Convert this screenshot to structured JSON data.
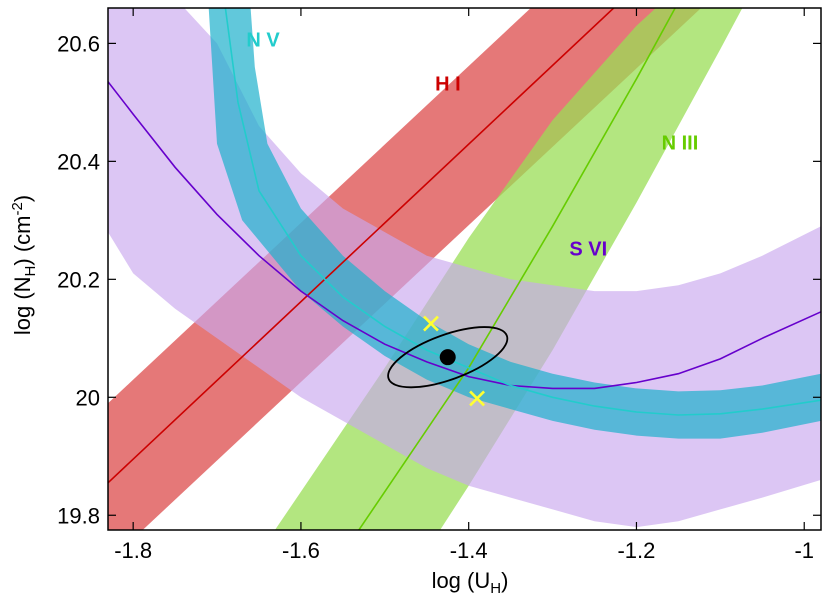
{
  "chart_data": {
    "type": "line",
    "xlabel": {
      "prefix": "log (U",
      "sub": "H",
      "suffix": ")"
    },
    "ylabel": {
      "prefix": "log (N",
      "sub": "H",
      "mid": ") (cm",
      "sup": "-2",
      "suffix": ")"
    },
    "xlim": [
      -1.83,
      -0.98
    ],
    "ylim": [
      19.775,
      20.66
    ],
    "x_ticks": [
      {
        "value": -1.8,
        "label": "-1.8"
      },
      {
        "value": -1.6,
        "label": "-1.6"
      },
      {
        "value": -1.4,
        "label": "-1.4"
      },
      {
        "value": -1.2,
        "label": "-1.2"
      },
      {
        "value": -1.0,
        "label": "-1"
      }
    ],
    "y_ticks": [
      {
        "value": 19.8,
        "label": "19.8"
      },
      {
        "value": 20.0,
        "label": "20"
      },
      {
        "value": 20.2,
        "label": "20.2"
      },
      {
        "value": 20.4,
        "label": "20.4"
      },
      {
        "value": 20.6,
        "label": "20.6"
      }
    ],
    "series": [
      {
        "name": "H I",
        "color": "#cc0000",
        "band_color": "#e06060",
        "band_opacity": 0.85,
        "center": [
          [
            -1.83,
            19.855
          ],
          [
            -0.98,
            20.99
          ]
        ],
        "upper": [
          [
            -1.83,
            19.99
          ],
          [
            -0.98,
            21.12
          ]
        ],
        "lower": [
          [
            -1.83,
            19.72
          ],
          [
            -0.98,
            20.85
          ]
        ],
        "label_pos": [
          -1.44,
          20.52
        ]
      },
      {
        "name": "N III",
        "color": "#66cc00",
        "band_color": "#99dd55",
        "band_opacity": 0.75,
        "center": [
          [
            -1.6,
            19.63
          ],
          [
            -1.5,
            19.84
          ],
          [
            -1.4,
            20.05
          ],
          [
            -1.3,
            20.29
          ],
          [
            -1.2,
            20.54
          ],
          [
            -1.15,
            20.67
          ]
        ],
        "upper": [
          [
            -1.7,
            19.63
          ],
          [
            -1.6,
            19.84
          ],
          [
            -1.5,
            20.05
          ],
          [
            -1.4,
            20.27
          ],
          [
            -1.3,
            20.47
          ],
          [
            -1.2,
            20.63
          ],
          [
            -1.0,
            20.89
          ]
        ],
        "lower": [
          [
            -1.5,
            19.63
          ],
          [
            -1.4,
            19.85
          ],
          [
            -1.3,
            20.08
          ],
          [
            -1.2,
            20.33
          ],
          [
            -1.1,
            20.59
          ],
          [
            -1.07,
            20.67
          ]
        ],
        "label_pos": [
          -1.17,
          20.42
        ]
      },
      {
        "name": "S VI",
        "color": "#6600cc",
        "band_color": "#c9a8ee",
        "band_opacity": 0.65,
        "center": [
          [
            -1.83,
            20.535
          ],
          [
            -1.8,
            20.48
          ],
          [
            -1.75,
            20.39
          ],
          [
            -1.7,
            20.31
          ],
          [
            -1.65,
            20.24
          ],
          [
            -1.6,
            20.18
          ],
          [
            -1.55,
            20.13
          ],
          [
            -1.5,
            20.09
          ],
          [
            -1.45,
            20.06
          ],
          [
            -1.4,
            20.035
          ],
          [
            -1.35,
            20.02
          ],
          [
            -1.3,
            20.015
          ],
          [
            -1.25,
            20.015
          ],
          [
            -1.2,
            20.025
          ],
          [
            -1.15,
            20.04
          ],
          [
            -1.1,
            20.065
          ],
          [
            -1.05,
            20.1
          ],
          [
            -0.98,
            20.145
          ]
        ],
        "upper": [
          [
            -1.83,
            20.8
          ],
          [
            -1.7,
            20.6
          ],
          [
            -1.65,
            20.46
          ],
          [
            -1.6,
            20.38
          ],
          [
            -1.55,
            20.32
          ],
          [
            -1.5,
            20.28
          ],
          [
            -1.45,
            20.24
          ],
          [
            -1.4,
            20.22
          ],
          [
            -1.35,
            20.2
          ],
          [
            -1.3,
            20.19
          ],
          [
            -1.25,
            20.18
          ],
          [
            -1.2,
            20.18
          ],
          [
            -1.15,
            20.19
          ],
          [
            -1.1,
            20.21
          ],
          [
            -1.05,
            20.24
          ],
          [
            -0.98,
            20.29
          ]
        ],
        "lower": [
          [
            -1.83,
            20.28
          ],
          [
            -1.8,
            20.21
          ],
          [
            -1.75,
            20.15
          ],
          [
            -1.7,
            20.1
          ],
          [
            -1.65,
            20.05
          ],
          [
            -1.6,
            20.0
          ],
          [
            -1.55,
            19.96
          ],
          [
            -1.5,
            19.92
          ],
          [
            -1.45,
            19.88
          ],
          [
            -1.4,
            19.85
          ],
          [
            -1.35,
            19.83
          ],
          [
            -1.3,
            19.81
          ],
          [
            -1.25,
            19.79
          ],
          [
            -1.2,
            19.78
          ],
          [
            -1.15,
            19.79
          ],
          [
            -1.1,
            19.81
          ],
          [
            -1.05,
            19.83
          ],
          [
            -0.98,
            19.86
          ]
        ],
        "label_pos": [
          -1.28,
          20.24
        ]
      },
      {
        "name": "N V",
        "color": "#22cccc",
        "band_color": "#1eb0cc",
        "band_opacity": 0.7,
        "center": [
          [
            -1.69,
            20.66
          ],
          [
            -1.675,
            20.5
          ],
          [
            -1.65,
            20.35
          ],
          [
            -1.6,
            20.24
          ],
          [
            -1.55,
            20.17
          ],
          [
            -1.5,
            20.12
          ],
          [
            -1.45,
            20.08
          ],
          [
            -1.4,
            20.05
          ],
          [
            -1.35,
            20.02
          ],
          [
            -1.3,
            20.0
          ],
          [
            -1.25,
            19.985
          ],
          [
            -1.2,
            19.975
          ],
          [
            -1.15,
            19.97
          ],
          [
            -1.1,
            19.972
          ],
          [
            -1.05,
            19.98
          ],
          [
            -0.98,
            19.995
          ]
        ],
        "upper": [
          [
            -1.66,
            20.66
          ],
          [
            -1.655,
            20.56
          ],
          [
            -1.64,
            20.43
          ],
          [
            -1.6,
            20.32
          ],
          [
            -1.55,
            20.24
          ],
          [
            -1.5,
            20.18
          ],
          [
            -1.45,
            20.13
          ],
          [
            -1.4,
            20.09
          ],
          [
            -1.35,
            20.06
          ],
          [
            -1.3,
            20.04
          ],
          [
            -1.25,
            20.025
          ],
          [
            -1.2,
            20.015
          ],
          [
            -1.15,
            20.01
          ],
          [
            -1.1,
            20.012
          ],
          [
            -1.05,
            20.02
          ],
          [
            -0.98,
            20.04
          ]
        ],
        "lower": [
          [
            -1.71,
            20.66
          ],
          [
            -1.7,
            20.43
          ],
          [
            -1.67,
            20.3
          ],
          [
            -1.6,
            20.18
          ],
          [
            -1.55,
            20.12
          ],
          [
            -1.5,
            20.07
          ],
          [
            -1.45,
            20.03
          ],
          [
            -1.4,
            20.0
          ],
          [
            -1.35,
            19.98
          ],
          [
            -1.3,
            19.96
          ],
          [
            -1.25,
            19.945
          ],
          [
            -1.2,
            19.935
          ],
          [
            -1.15,
            19.93
          ],
          [
            -1.1,
            19.93
          ],
          [
            -1.05,
            19.94
          ],
          [
            -0.98,
            19.96
          ]
        ],
        "label_pos": [
          -1.665,
          20.595
        ]
      }
    ],
    "solution": {
      "x": -1.425,
      "y": 20.068,
      "dx": 0.075,
      "dy": 0.038,
      "angle_deg": -20,
      "fill": "#000000"
    },
    "error_markers": [
      {
        "x": -1.445,
        "y": 20.125,
        "color": "#ffff33"
      },
      {
        "x": -1.39,
        "y": 19.998,
        "color": "#ffff33"
      }
    ]
  }
}
